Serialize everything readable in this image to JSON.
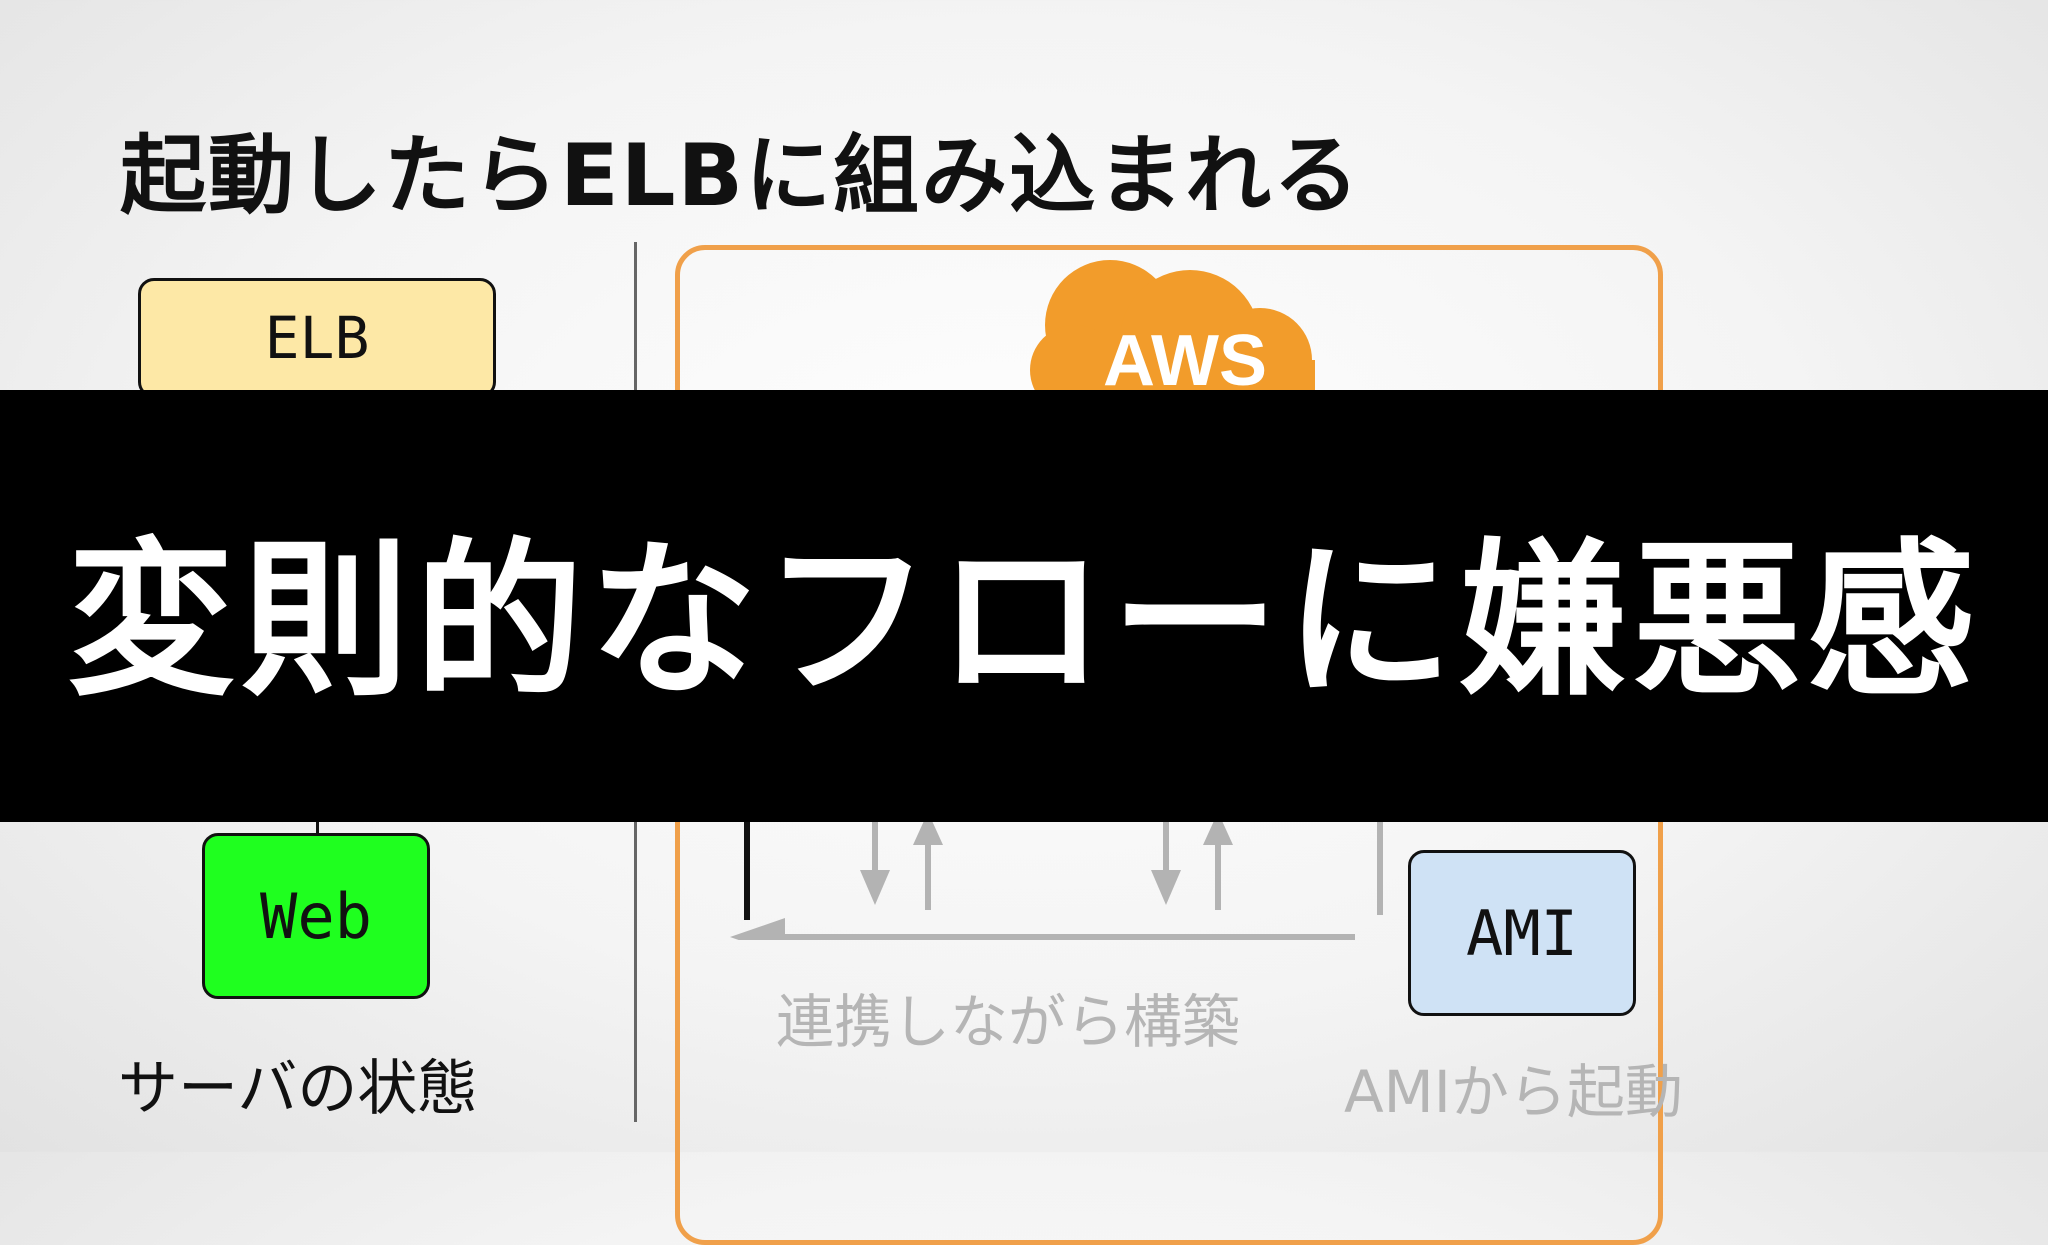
{
  "slide": {
    "title": "起動したらELBに組み込まれる"
  },
  "left_panel": {
    "elb_label": "ELB",
    "web_label": "Web",
    "caption": "サーバの状態"
  },
  "right_panel": {
    "cloud_label": "AWS",
    "ami_label": "AMI",
    "collab_caption": "連携しながら構築",
    "ami_caption": "AMIから起動"
  },
  "overlay": {
    "banner_text": "変則的なフローに嫌悪感"
  },
  "colors": {
    "aws_orange": "#f0a04a",
    "elb_fill": "#fde8a6",
    "web_fill": "#1fff1f",
    "ami_fill": "#cfe2f5",
    "banner_bg": "#000000",
    "banner_text": "#ffffff"
  }
}
